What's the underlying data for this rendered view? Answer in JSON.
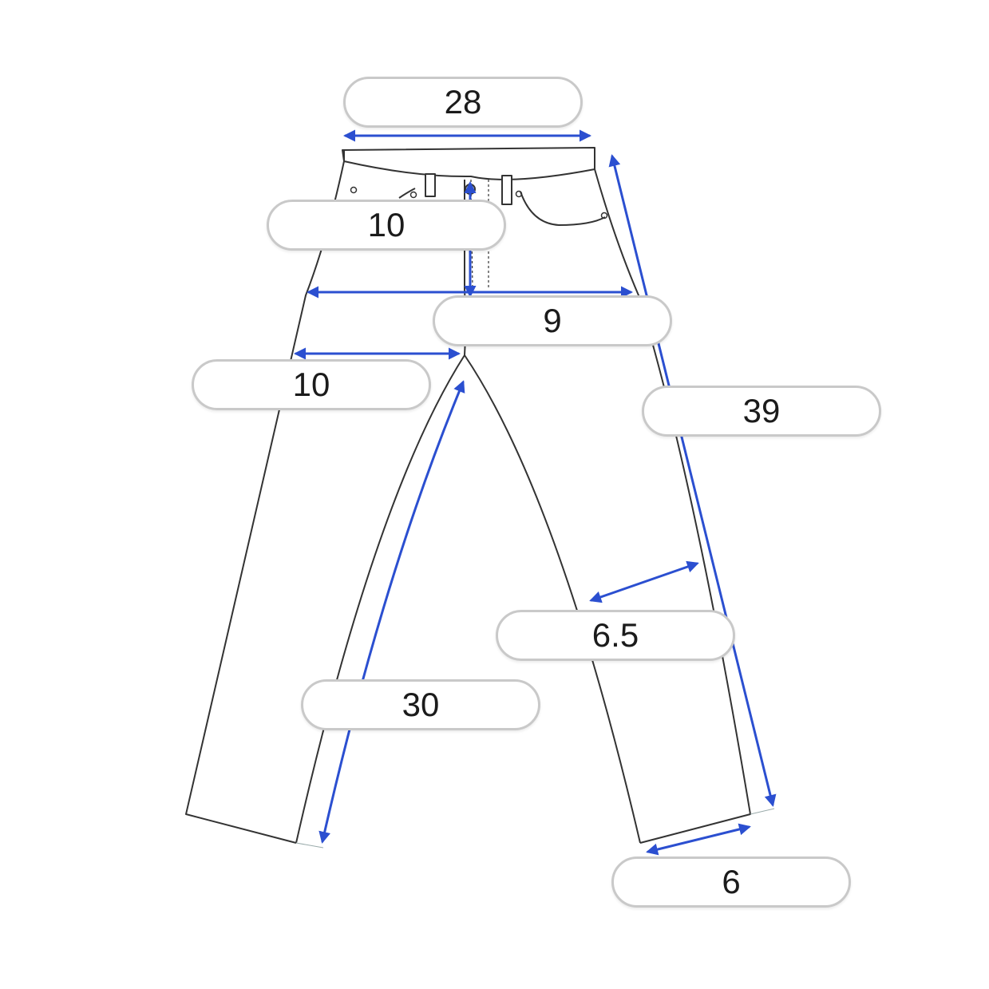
{
  "measurements": {
    "waist": "28",
    "front_rise": "10",
    "hip": "9",
    "thigh": "10",
    "outseam": "39",
    "knee": "6.5",
    "inseam": "30",
    "leg_opening": "6"
  },
  "colors": {
    "arrow": "#2b4fd0",
    "outline": "#333333",
    "pill_border": "#c9c9c9"
  }
}
